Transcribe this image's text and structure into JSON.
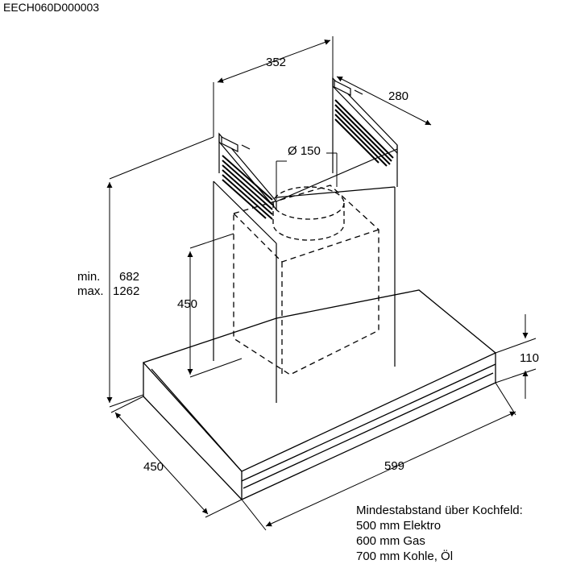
{
  "drawing_code": "EECH060D000003",
  "dimensions": {
    "chimney_width": "352",
    "chimney_depth": "280",
    "duct_diameter": "Ø 150",
    "height_min_label": "min.",
    "height_min_value": "682",
    "height_max_label": "max.",
    "height_max_value": "1262",
    "inner_height": "450",
    "canopy_height": "110",
    "hood_depth": "450",
    "hood_width": "599"
  },
  "notes": {
    "heading": "Mindestabstand über Kochfeld:",
    "lines": [
      "500 mm Elektro",
      "600 mm Gas",
      "700 mm Kohle, Öl"
    ]
  }
}
